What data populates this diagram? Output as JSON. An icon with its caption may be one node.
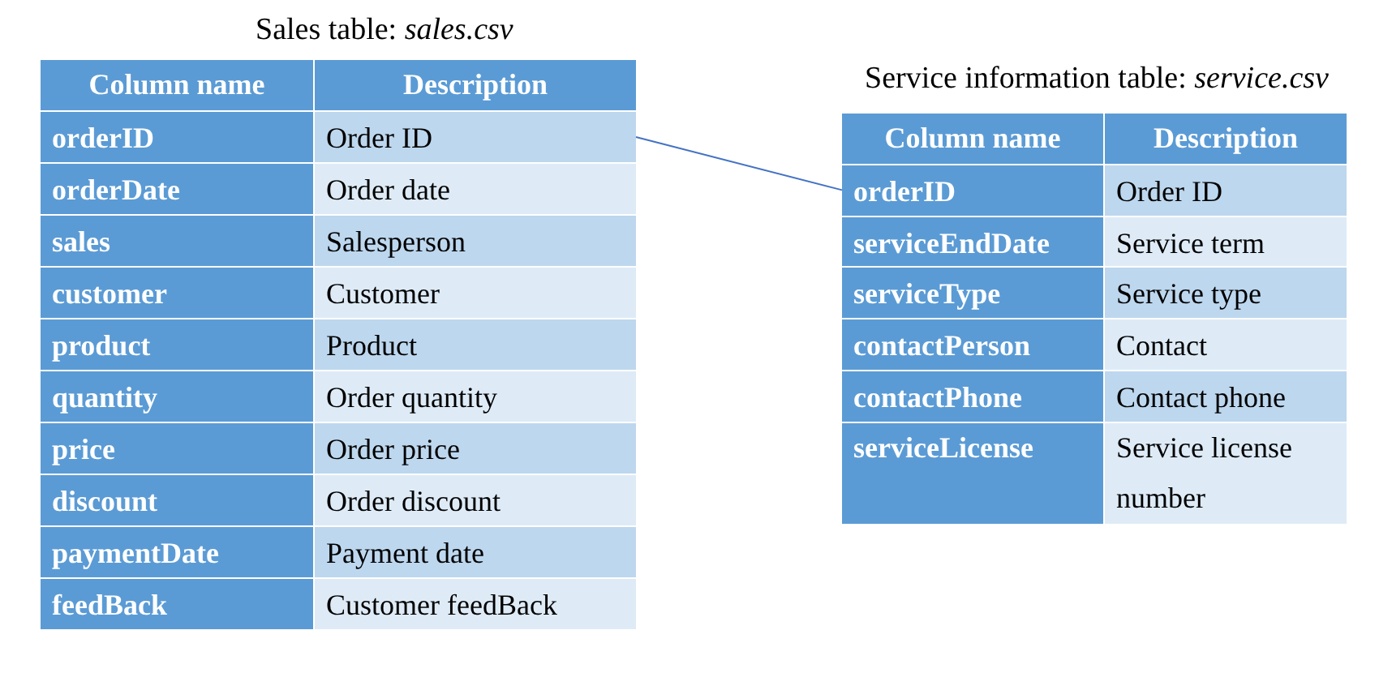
{
  "diagram": {
    "nodes": [
      {
        "text": [
          "Sales table: *sales.csv*"
        ]
      },
      {
        "text": [
          "Column name"
        ],
        "in": 0
      },
      {
        "text": [
          "Description"
        ],
        "in": 0
      },
      {
        "text": [
          "orderID"
        ],
        "in": 0
      },
      {
        "text": [
          "Order ID"
        ],
        "in": 0
      },
      {
        "text": [
          "orderDate"
        ],
        "in": 0
      },
      {
        "text": [
          "Order date"
        ],
        "in": 0
      },
      {
        "text": [
          "sales"
        ],
        "in": 0
      },
      {
        "text": [
          "Salesperson"
        ],
        "in": 0
      },
      {
        "text": [
          "customer"
        ],
        "in": 0
      },
      {
        "text": [
          "Customer"
        ],
        "in": 0
      },
      {
        "text": [
          "product"
        ],
        "in": 0
      },
      {
        "text": [
          "Product"
        ],
        "in": 0
      },
      {
        "text": [
          "quantity"
        ],
        "in": 0
      },
      {
        "text": [
          "Order quantity"
        ],
        "in": 0
      },
      {
        "text": [
          "price"
        ],
        "in": 0
      },
      {
        "text": [
          "Order price"
        ],
        "in": 0
      },
      {
        "text": [
          "discount"
        ],
        "in": 0
      },
      {
        "text": [
          "Order discount"
        ],
        "in": 0
      },
      {
        "text": [
          "paymentDate"
        ],
        "in": 0
      },
      {
        "text": [
          "Payment date"
        ],
        "in": 0
      },
      {
        "text": [
          "feedBack"
        ],
        "in": 0
      },
      {
        "text": [
          "Customer feedBack"
        ],
        "in": 0
      },
      {
        "text": [
          "Service information table: *service.csv*"
        ]
      },
      {
        "text": [
          "Column name"
        ],
        "in": 23
      },
      {
        "text": [
          "Description"
        ],
        "in": 23
      },
      {
        "text": [
          "orderID"
        ],
        "in": 23
      },
      {
        "text": [
          "Order ID"
        ],
        "in": 23
      },
      {
        "text": [
          "serviceEndDate"
        ],
        "in": 23
      },
      {
        "text": [
          "Service term"
        ],
        "in": 23
      },
      {
        "text": [
          "serviceType"
        ],
        "in": 23
      },
      {
        "text": [
          "Service type"
        ],
        "in": 23
      },
      {
        "text": [
          "contactPerson"
        ],
        "in": 23
      },
      {
        "text": [
          "Contact"
        ],
        "in": 23
      },
      {
        "text": [
          "contactPhone"
        ],
        "in": 23
      },
      {
        "text": [
          "Contact phone"
        ],
        "in": 23
      },
      {
        "text": [
          "serviceLicense"
        ],
        "in": 23
      },
      {
        "text": [
          "Service license number"
        ],
        "in": 23
      }
    ],
    "edges": [
      {
        "from": 4,
        "to": 26,
        "arrow": "none"
      }
    ]
  }
}
